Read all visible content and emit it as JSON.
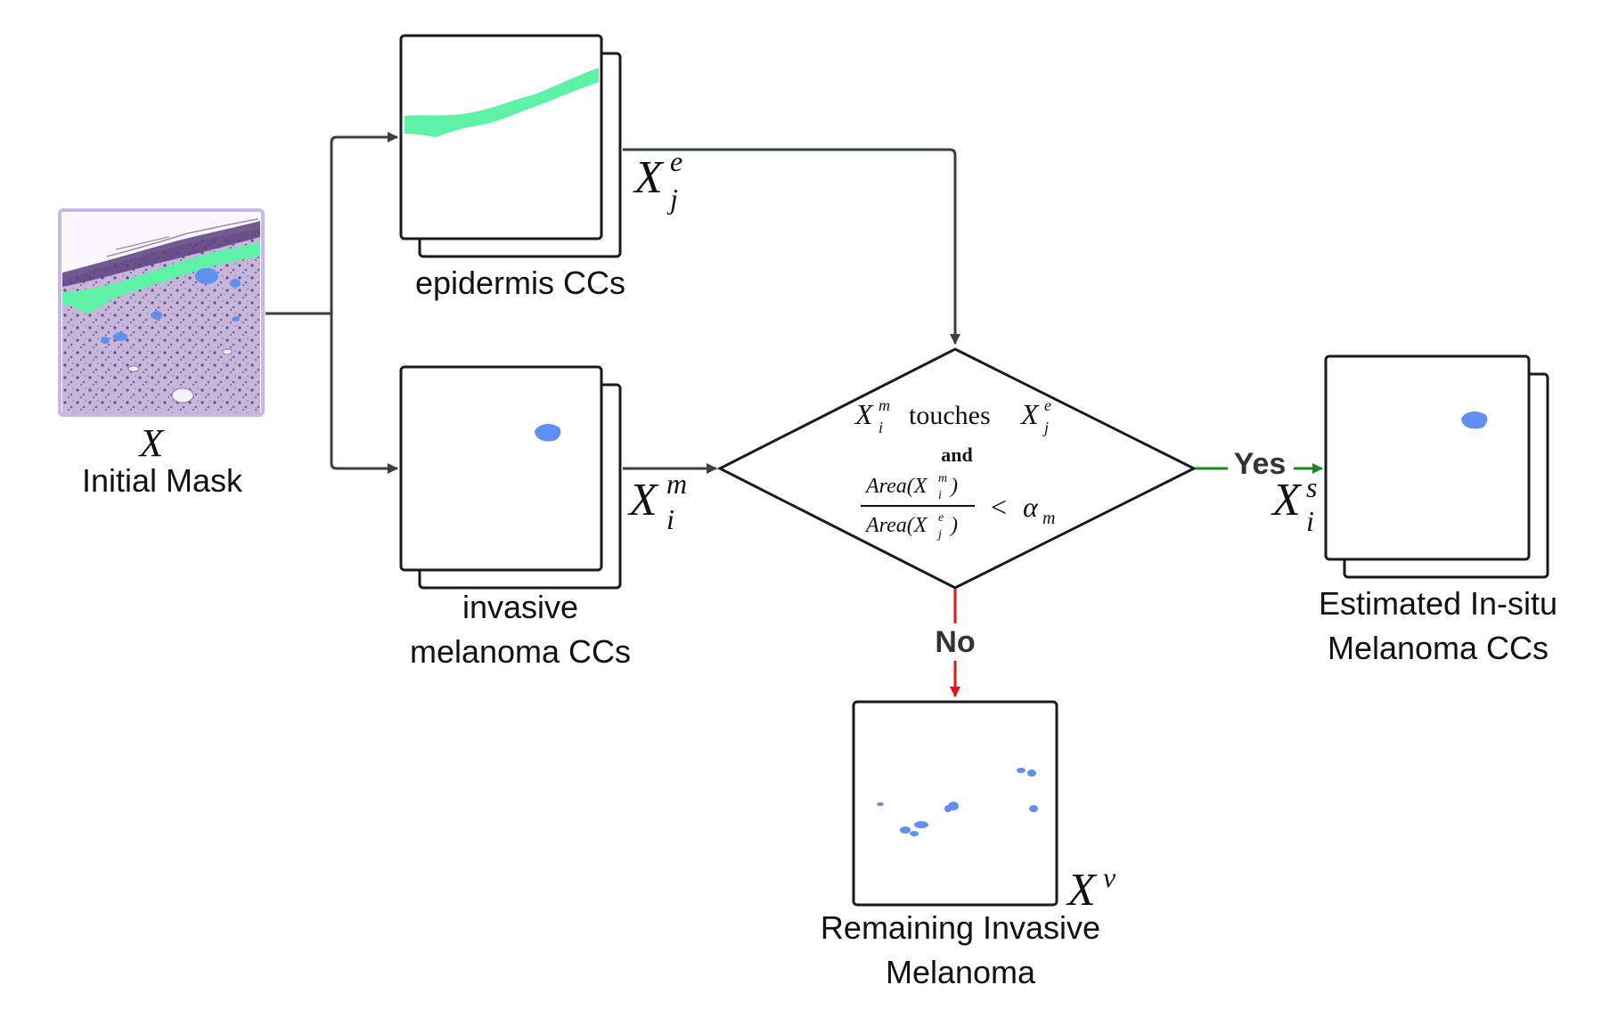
{
  "input": {
    "symbol": "X",
    "label": "Initial Mask"
  },
  "epidermis": {
    "symbol": "X",
    "sub": "j",
    "sup": "e",
    "label": "epidermis CCs"
  },
  "invasive": {
    "symbol": "X",
    "sub": "i",
    "sup": "m",
    "label_line1": "invasive",
    "label_line2": "melanoma CCs"
  },
  "decision": {
    "line1_var1": "X",
    "line1_sub1": "i",
    "line1_sup1": "m",
    "line1_word": "touches",
    "line1_var2": "X",
    "line1_sub2": "j",
    "line1_sup2": "e",
    "and_label": "and",
    "numerator": "Area(X",
    "numerator_sub": "i",
    "numerator_sup": "m",
    "numerator_close": ")",
    "denominator": "Area(X",
    "denominator_sub": "j",
    "denominator_sup": "e",
    "denominator_close": ")",
    "inequality": "<",
    "threshold": "α",
    "threshold_sub": "m"
  },
  "branch_yes": "Yes",
  "branch_no": "No",
  "insitu": {
    "symbol": "X",
    "sub": "i",
    "sup": "s",
    "label_line1": "Estimated In-situ",
    "label_line2": "Melanoma CCs"
  },
  "remaining": {
    "symbol": "X",
    "sup": "v",
    "label_line1": "Remaining Invasive",
    "label_line2": "Melanoma"
  },
  "colors": {
    "epidermis": "#5ef2a6",
    "melanoma": "#5f8ff0",
    "arrow": "#3a3f47",
    "yes": "#1e8a1e",
    "no": "#e01818",
    "tissue": "#b9a3cf"
  }
}
